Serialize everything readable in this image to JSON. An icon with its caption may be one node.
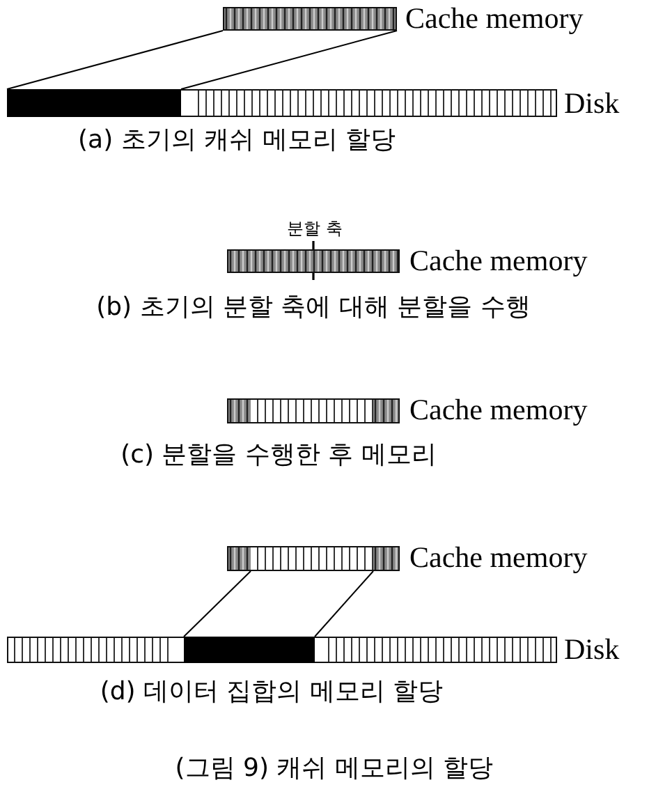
{
  "diagram": {
    "caption": "(그림 9) 캐쉬 메모리의 할당",
    "nodes": [
      {
        "text": [],
        "shape": "bar",
        "beside": [
          "Cache memory"
        ]
      },
      {
        "text": [],
        "shape": "bar",
        "beside": [
          "Disk"
        ]
      },
      {
        "text": [],
        "shape": "bar",
        "in": 1
      },
      {
        "text": [],
        "shape": "bar",
        "beside": [
          "Cache memory"
        ]
      },
      {
        "text": [],
        "shape": "bar",
        "beside": [
          "Cache memory"
        ]
      },
      {
        "text": [],
        "shape": "bar",
        "beside": [
          "Cache memory"
        ]
      },
      {
        "text": [],
        "shape": "bar",
        "beside": [
          "Disk"
        ]
      },
      {
        "text": [],
        "shape": "bar",
        "in": 6
      }
    ],
    "edges": [
      {
        "from": 0,
        "to": 2,
        "arrow": "none"
      },
      {
        "from": 0,
        "to": 2,
        "arrow": "none"
      },
      {
        "from": 5,
        "to": 7,
        "arrow": "none"
      },
      {
        "from": 5,
        "to": 7,
        "arrow": "none"
      }
    ],
    "labels": [
      "(a) 초기의 캐쉬 메모리 할당",
      "분할 축",
      "(b) 초기의 분할 축에 대해 분할을 수행",
      "(c) 분할을 수행한 후 메모리",
      "(d) 데이터 집합의 메모리 할당"
    ]
  }
}
